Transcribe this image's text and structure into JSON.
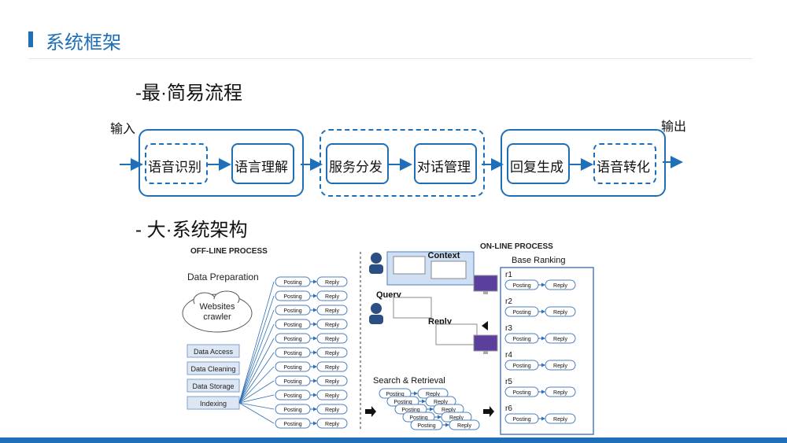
{
  "title": "系统框架",
  "section1": "-最·简易流程",
  "section2": "- 大·系统架构",
  "flow": {
    "input_label": "输入",
    "output_label": "输出",
    "steps": [
      "语音识别",
      "语言理解",
      "服务分发",
      "对话管理",
      "回复生成",
      "语音转化"
    ]
  },
  "figure": {
    "offline_title": "OFF-LINE PROCESS",
    "data_preparation": "Data Preparation",
    "crawler": [
      "Websites",
      "crawler"
    ],
    "data_steps": [
      "Data Access",
      "Data Cleaning",
      "Data Storage",
      "Indexing"
    ],
    "posting": "Posting",
    "reply": "Reply",
    "online_title": "ON-LINE PROCESS",
    "context": "Context",
    "query": "Query",
    "reply_label": "Reply",
    "search_retrieval": "Search & Retrieval",
    "base_ranking": "Base Ranking",
    "ranks": [
      "r1",
      "r2",
      "r3",
      "r4",
      "r5",
      "r6"
    ]
  },
  "colors": {
    "accent": "#1e6fb8"
  }
}
